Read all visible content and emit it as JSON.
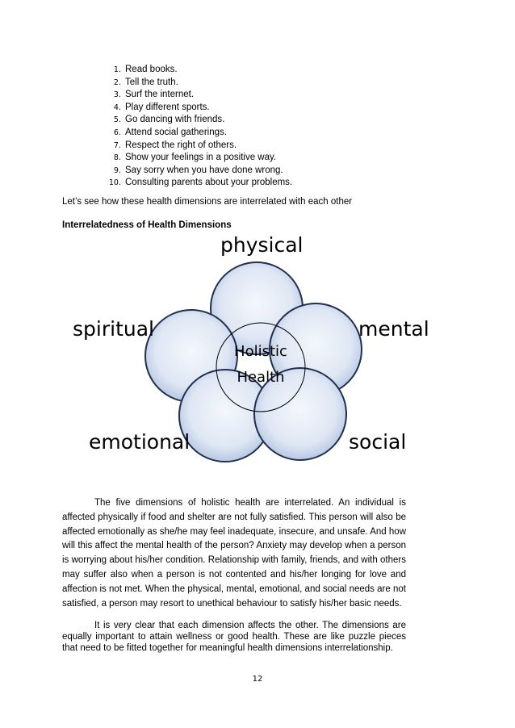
{
  "list": [
    {
      "n": "1.",
      "text": "Read books."
    },
    {
      "n": "2.",
      "text": "Tell the truth."
    },
    {
      "n": "3.",
      "text": "Surf the internet."
    },
    {
      "n": "4.",
      "text": "Play different sports."
    },
    {
      "n": "5.",
      "text": "Go dancing with friends."
    },
    {
      "n": "6.",
      "text": "Attend social gatherings."
    },
    {
      "n": "7.",
      "text": "Respect the right of others."
    },
    {
      "n": "8.",
      "text": "Show your feelings in a positive way."
    },
    {
      "n": "9.",
      "text": "Say sorry when you have done wrong."
    },
    {
      "n": "10.",
      "text": "Consulting parents about your problems."
    }
  ],
  "intro": "Let’s see how these health dimensions are interrelated with each other",
  "heading": "Interrelatedness of Health Dimensions",
  "diagram": {
    "labels": {
      "physical": "physical",
      "mental": "mental",
      "social": "social",
      "emotional": "emotional",
      "spiritual": "spiritual"
    },
    "center_line1": "Holistic",
    "center_line2": "Health",
    "circle_fill": "#dfe7f4",
    "circle_stroke": "#1f2f4f"
  },
  "paragraph1": "The five dimensions of holistic health are interrelated.  An individual is affected physically if food and shelter are not fully satisfied. This person will also be affected emotionally as she/he may feel inadequate, insecure, and unsafe. And how will this affect the mental health of the person?  Anxiety may develop when a person is worrying about his/her condition. Relationship with family, friends, and with others may suffer also when a person is not contented and his/her longing for love and affection is not met. When the physical, mental, emotional, and social needs are not satisfied, a person may resort to unethical behaviour to satisfy his/her basic needs.",
  "paragraph2": "It is very clear that each dimension affects the other. The dimensions are equally important to attain wellness or good health. These are like puzzle pieces that need to be fitted together for meaningful health dimensions interrelationship.",
  "page_number": "12"
}
